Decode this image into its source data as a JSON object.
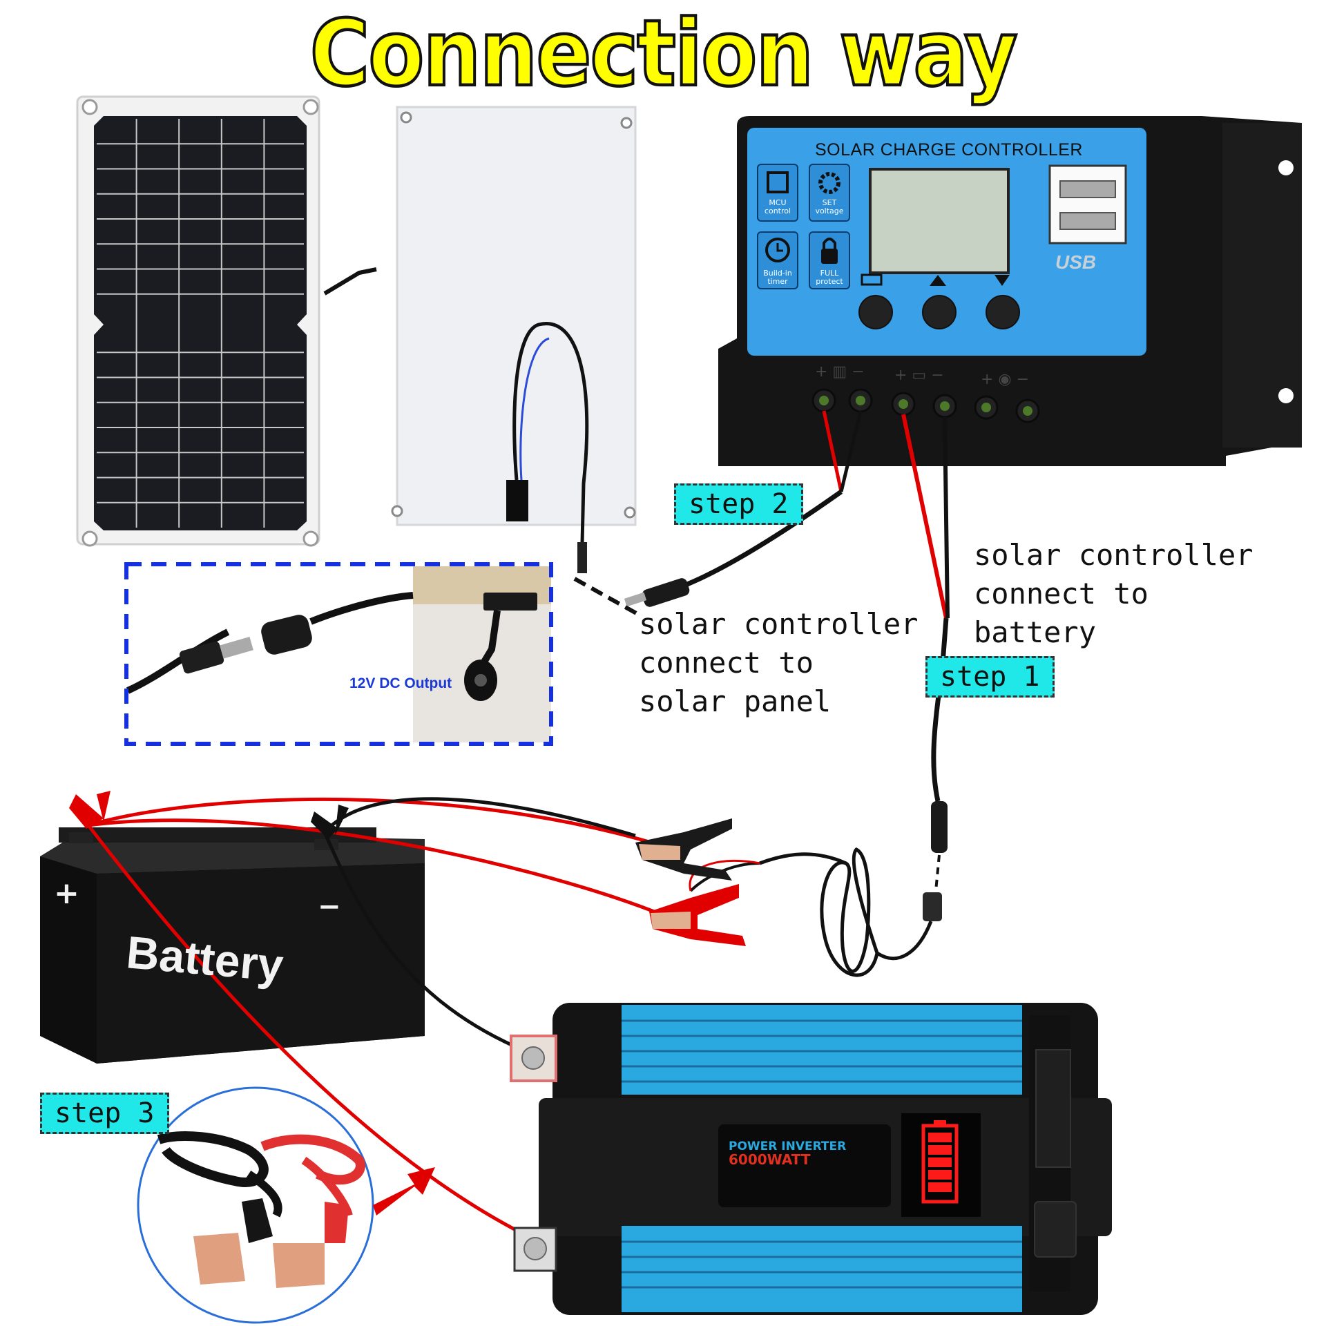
{
  "title": "Connection way",
  "controller": {
    "label": "SOLAR CHARGE CONTROLLER",
    "features": [
      {
        "icon": "mcu-chip-icon",
        "line1": "MCU",
        "line2": "control"
      },
      {
        "icon": "gear-icon",
        "line1": "SET",
        "line2": "voltage"
      },
      {
        "icon": "clock-icon",
        "line1": "Build-in",
        "line2": "timer"
      },
      {
        "icon": "lock-icon",
        "line1": "FULL",
        "line2": "protect"
      }
    ],
    "usb_label": "USB"
  },
  "dc_output_label": "12V DC Output",
  "steps": {
    "step1": "step 1",
    "step2": "step 2",
    "step3": "step 3"
  },
  "notes": {
    "panel": "solar controller\nconnect to\nsolar panel",
    "battery": "solar controller\nconnect to\nbattery"
  },
  "battery": {
    "label": "Battery",
    "plus": "+",
    "minus": "−"
  },
  "inverter": {
    "brand_line1": "POWER INVERTER",
    "brand_line2": "6000WATT"
  },
  "colors": {
    "title_fill": "#ffff00",
    "step_bg": "#20e8e8",
    "controller_face": "#3aa0e8",
    "inverter_blue": "#2aa8e0",
    "wire_red": "#e00000",
    "dashed_box": "#1530e0"
  }
}
